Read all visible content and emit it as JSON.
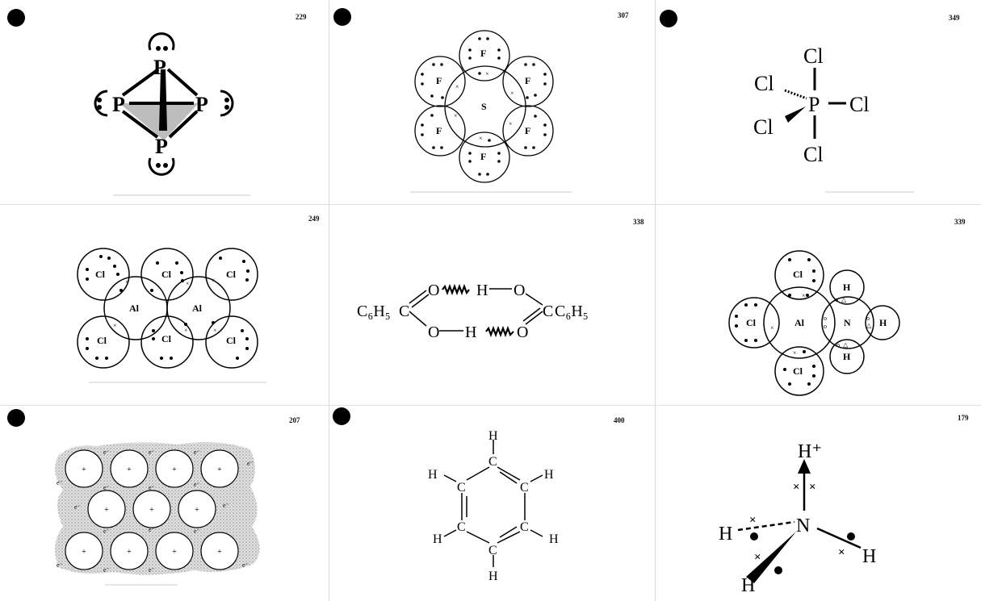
{
  "card_numbers": [
    "229",
    "307",
    "349",
    "249",
    "338",
    "339",
    "207",
    "400",
    "179"
  ],
  "p4": {
    "atom": "P",
    "lone_pair": ":"
  },
  "sf6": {
    "center": "S",
    "outer": "F"
  },
  "pcl5": {
    "center": "P",
    "ligand": "Cl"
  },
  "al2cl6": {
    "metal": "Al",
    "halogen": "Cl"
  },
  "acetic_dimer": {
    "left_group": "C₆H₅",
    "right_group": "C₆H₅",
    "carbon": "C",
    "oxygen": "O",
    "hydrogen": "H"
  },
  "alcl3_nh3": {
    "al": "Al",
    "cl": "Cl",
    "n": "N",
    "h": "H"
  },
  "metal": {
    "ion": "+",
    "electron": "e⁻"
  },
  "benzene": {
    "carbon": "C",
    "hydrogen": "H"
  },
  "ammonium": {
    "n": "N",
    "h": "H",
    "h_plus": "H⁺"
  },
  "colors": {
    "ink": "#000000",
    "paper": "#ffffff",
    "shade": "#c8c8c8",
    "divider": "#d8d8d8"
  }
}
